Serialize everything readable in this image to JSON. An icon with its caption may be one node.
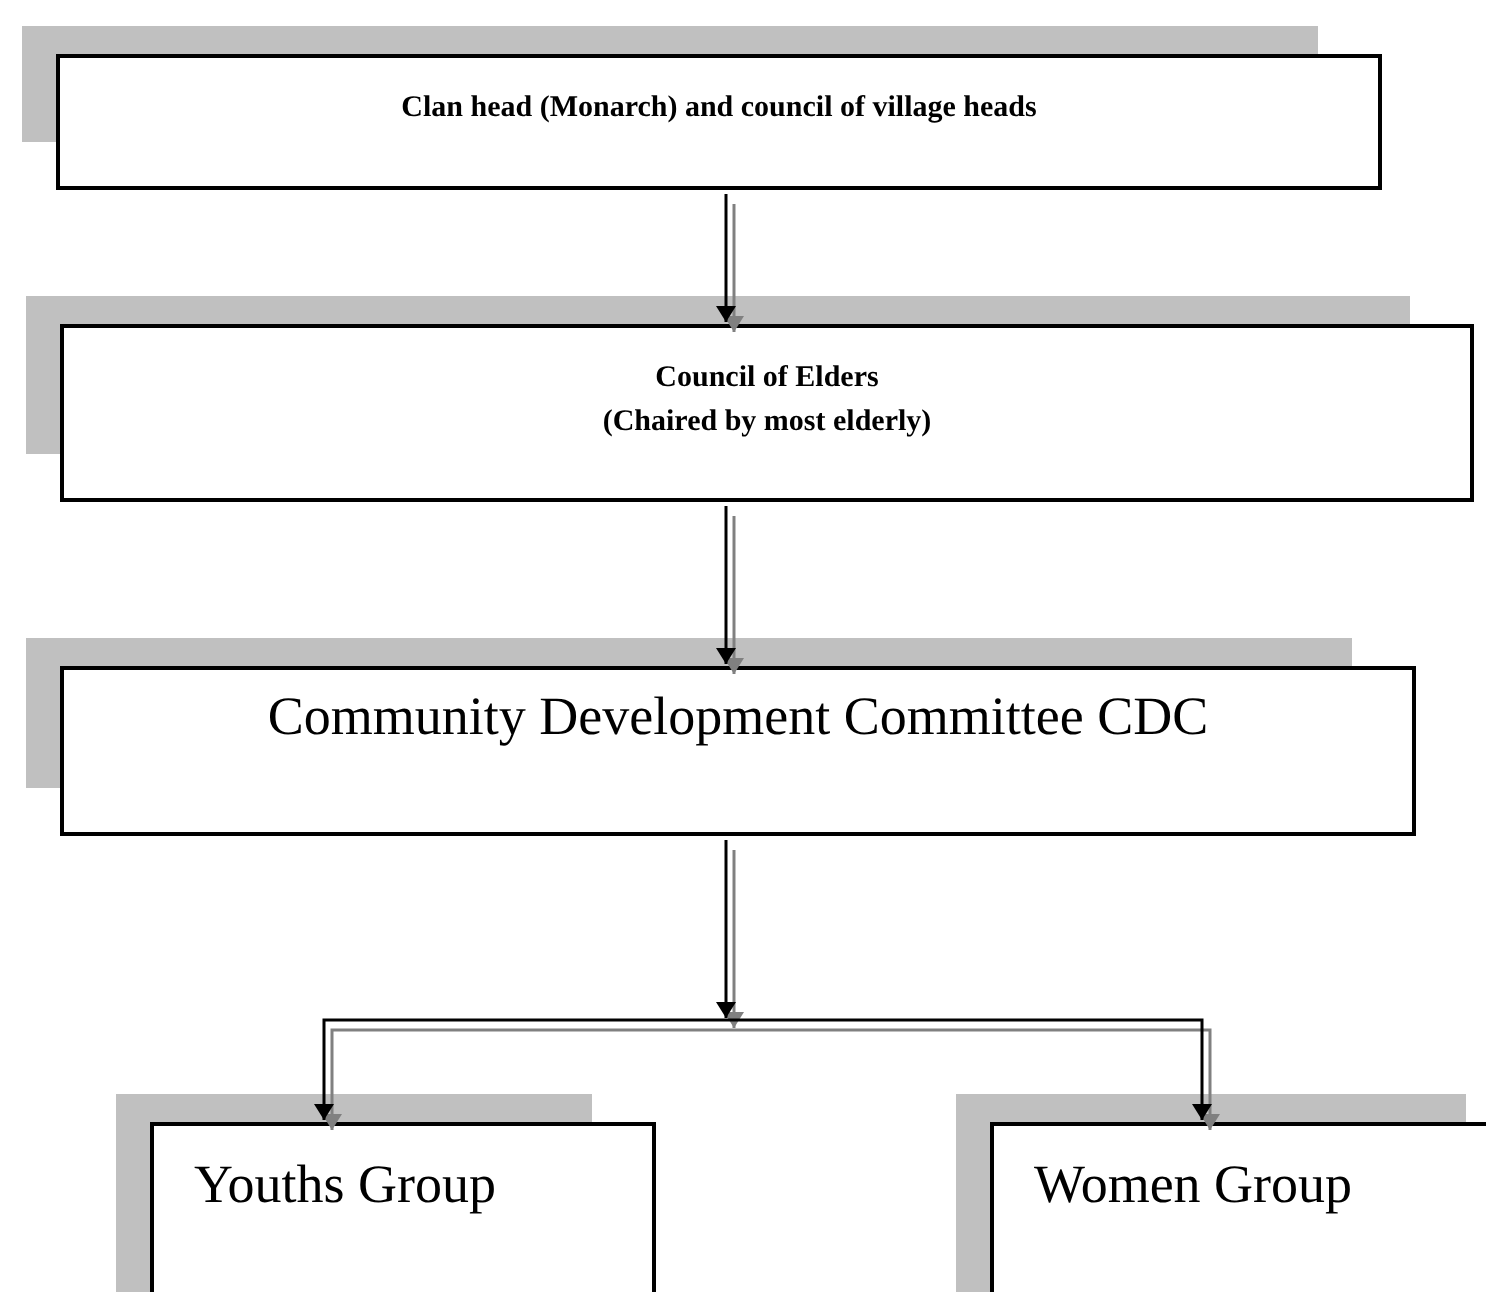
{
  "diagram": {
    "nodes": [
      {
        "text": [
          "Clan head (Monarch) and council of village heads"
        ]
      },
      {
        "text": [
          "Council of Elders",
          "(Chaired by most elderly)"
        ]
      },
      {
        "text": [
          "Community Development Committee CDC"
        ]
      },
      {
        "text": [
          "Youths Group"
        ]
      },
      {
        "text": [
          "Women Group"
        ]
      }
    ],
    "edges": [
      {
        "from": 0,
        "to": 1,
        "arrow": "to"
      },
      {
        "from": 1,
        "to": 2,
        "arrow": "to"
      },
      {
        "from": 2,
        "to": 3,
        "arrow": "to"
      },
      {
        "from": 2,
        "to": 4,
        "arrow": "to"
      }
    ]
  }
}
